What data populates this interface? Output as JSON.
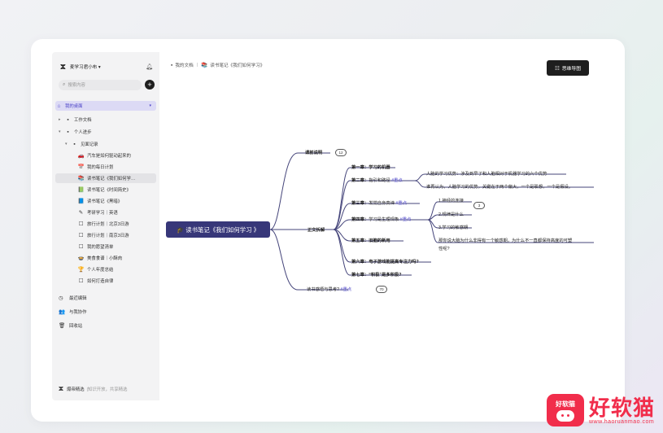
{
  "sidebar": {
    "workspace_name": "麦学习君小布 ▾",
    "search_placeholder": "搜索内容",
    "add_label": "+",
    "tree": [
      {
        "label": "我的桌面",
        "icon": "⌂"
      },
      {
        "label": "工作文档",
        "icon": "▪"
      },
      {
        "label": "个人进步",
        "icon": "▪"
      },
      {
        "label": "见面记录",
        "icon": "▪"
      },
      {
        "label": "汽车是如何驱动起来的",
        "icon": "🚗"
      },
      {
        "label": "我的每日计划",
        "icon": "📅"
      },
      {
        "label": "读书笔记《我们如何学…",
        "icon": "📚"
      },
      {
        "label": "读书笔记《时间简史》",
        "icon": "📗"
      },
      {
        "label": "读书笔记《黑暗》",
        "icon": "📘"
      },
      {
        "label": "考研学习｜英语",
        "icon": "✎"
      },
      {
        "label": "旅行计划｜北京3日游",
        "icon": "☐"
      },
      {
        "label": "旅行计划｜南京3日游",
        "icon": "☐"
      },
      {
        "label": "我的愿望清单",
        "icon": "☐"
      },
      {
        "label": "美食食谱｜小酥肉",
        "icon": "🍲"
      },
      {
        "label": "个人年度总结",
        "icon": "🏆"
      },
      {
        "label": "如何打造自律",
        "icon": "☐"
      }
    ],
    "footer": [
      {
        "label": "最近编辑",
        "icon": "◷"
      },
      {
        "label": "与我协作",
        "icon": "👥"
      },
      {
        "label": "回收站",
        "icon": "🗑"
      }
    ],
    "brand_name": "爆帝精选",
    "brand_slogan": "|知识开放，共享精选"
  },
  "breadcrumb": {
    "root": "我的文档",
    "separator": "|",
    "current": "读书笔记《我们如何学习》"
  },
  "mindmap_button": "思维导图",
  "mindmap": {
    "root": "🎓 读书笔记《我们如何学习 》",
    "branches": {
      "intro": "课前说明",
      "intro_count": "12",
      "main": "正文拆解",
      "reflection": "读书感悟与思考?",
      "reflection_tag": "#重点",
      "reflection_count": "70"
    },
    "chapters": {
      "c1": "第一章：学习的机器",
      "c2_title": "第二章：",
      "c2_body": "指引和路径",
      "c2_tag": "#重点",
      "c3_title": "第三章：",
      "c3_body": "发觉自身真谛",
      "c3_tag": "#重点",
      "c4_title": "第四章：",
      "c4_body": "学习是生理现象",
      "c4_tag": "#重点",
      "c5": "第五章：旧脑的新用",
      "c6": "第六章：电子游戏能提高专注力吗?",
      "c7": "第七章：“积极”是多积极?"
    },
    "details": {
      "d1": "人脑的学习优势：涉及到早了和人脑相对于机器学习的六个优势",
      "d2": "谁再认为，人脑学习的优势，关键在于两个偏大，一个是联想，一个是假设。",
      "d3": "1.神经的连接",
      "d3_count": "3",
      "d4": "2.规律是什么",
      "d5": "3.学习的敏感期",
      "d6": "那你说大脑为什么非得有一个敏感期，为什么不一直都保持高度的可塑",
      "d6b": "性呢?"
    }
  },
  "watermark": {
    "badge_text": "好软猫",
    "title": "好软猫",
    "url": "www.haoruanmao.com"
  },
  "colors": {
    "accent": "#4b43c7",
    "root_node": "#373779",
    "watermark": "#f12d4b"
  }
}
